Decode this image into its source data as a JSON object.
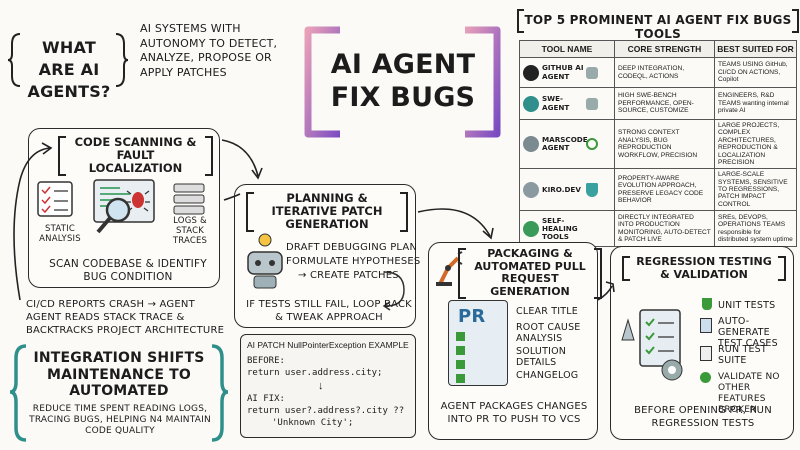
{
  "intro": {
    "question": "WHAT ARE AI AGENTS?",
    "answer": "AI SYSTEMS WITH AUTONOMY TO DETECT, ANALYZE, PROPOSE OR APPLY PATCHES"
  },
  "main_title": "AI AGENT FIX BUGS",
  "tools": {
    "title": "TOP 5 PROMINENT AI AGENT FIX BUGS TOOLS",
    "headers": [
      "TOOL NAME",
      "CORE STRENGTH",
      "BEST SUITED FOR"
    ],
    "rows": [
      {
        "name": "GITHUB AI AGENT",
        "strength": "DEEP INTEGRATION, CODEQL, ACTIONS",
        "suited": "TEAMS USING GitHub, CI/CD ON ACTIONS, Copilot",
        "icon": "github-icon"
      },
      {
        "name": "SWE-AGENT",
        "strength": "HIGH SWE-BENCH PERFORMANCE, OPEN-SOURCE, CUSTOMIZE",
        "suited": "ENGINEERS, R&D TEAMS wanting internal private AI",
        "icon": "robot-icon"
      },
      {
        "name": "MARSCODE AGENT",
        "strength": "STRONG CONTEXT ANALYSIS, BUG REPRODUCTION WORKFLOW, PRECISION",
        "suited": "LARGE PROJECTS, COMPLEX ARCHITECTURES, REPRODUCTION & LOCALIZATION PRECISION",
        "icon": "target-icon"
      },
      {
        "name": "KIRO.DEV",
        "strength": "PROPERTY-AWARE EVOLUTION APPROACH, PRESERVE LEGACY CODE BEHAVIOR",
        "suited": "LARGE-SCALE SYSTEMS, SENSITIVE TO REGRESSIONS, PATCH IMPACT CONTROL",
        "icon": "shield-icon"
      },
      {
        "name": "SELF-HEALING TOOLS",
        "strength": "DIRECTLY INTEGRATED INTO PRODUCTION MONITORING, AUTO-DETECT & PATCH LIVE",
        "suited": "SREs, DEVOPS, OPERATIONS TEAMS responsible for distributed system uptime",
        "icon": "heal-icon"
      }
    ]
  },
  "scan": {
    "title": "CODE SCANNING & FAULT LOCALIZATION",
    "label_static": "STATIC ANALYSIS",
    "label_logs": "LOGS & STACK TRACES",
    "caption": "SCAN CODEBASE & IDENTIFY BUG CONDITION"
  },
  "cicd": "CI/CD REPORTS CRASH → AGENT AGENT READS STACK TRACE & BACKTRACKS PROJECT ARCHITECTURE",
  "integration": {
    "title": "INTEGRATION SHIFTS MAINTENANCE TO AUTOMATED",
    "body": "REDUCE TIME SPENT READING LOGS, TRACING BUGS, HELPING N4 MAINTAIN CODE QUALITY"
  },
  "plan": {
    "title": "PLANNING & ITERATIVE PATCH GENERATION",
    "step1": "DRAFT DEBUGGING PLAN",
    "step2": "FORMULATE HYPOTHESES",
    "step3": "→ CREATE PATCHES",
    "loop": "IF TESTS STILL FAIL, LOOP BACK & TWEAK APPROACH"
  },
  "patch_example": {
    "title": "AI PATCH NullPointerException EXAMPLE",
    "before_label": "BEFORE:",
    "before_code": "return user.address.city;",
    "after_label": "AI FIX:",
    "after_code_1": "return user?.address?.city ??",
    "after_code_2": "'Unknown City';"
  },
  "packaging": {
    "title": "PACKAGING & AUTOMATED PULL REQUEST GENERATION",
    "pr": "PR",
    "items": [
      "CLEAR TITLE",
      "ROOT CAUSE ANALYSIS",
      "SOLUTION DETAILS",
      "CHANGELOG"
    ],
    "caption": "AGENT PACKAGES CHANGES INTO PR TO PUSH TO VCS"
  },
  "regression": {
    "title": "REGRESSION TESTING & VALIDATION",
    "items": [
      "UNIT TESTS",
      "AUTO-GENERATE TEST CASES",
      "RUN TEST SUITE",
      "VALIDATE NO OTHER FEATURES BROKEN"
    ],
    "caption": "BEFORE OPENING PR, RUN REGRESSION TESTS"
  },
  "colors": {
    "accent_purple": "#7a4cc2",
    "accent_pink": "#e85a9a",
    "teal": "#2f8f8a",
    "orange": "#f0a030"
  }
}
